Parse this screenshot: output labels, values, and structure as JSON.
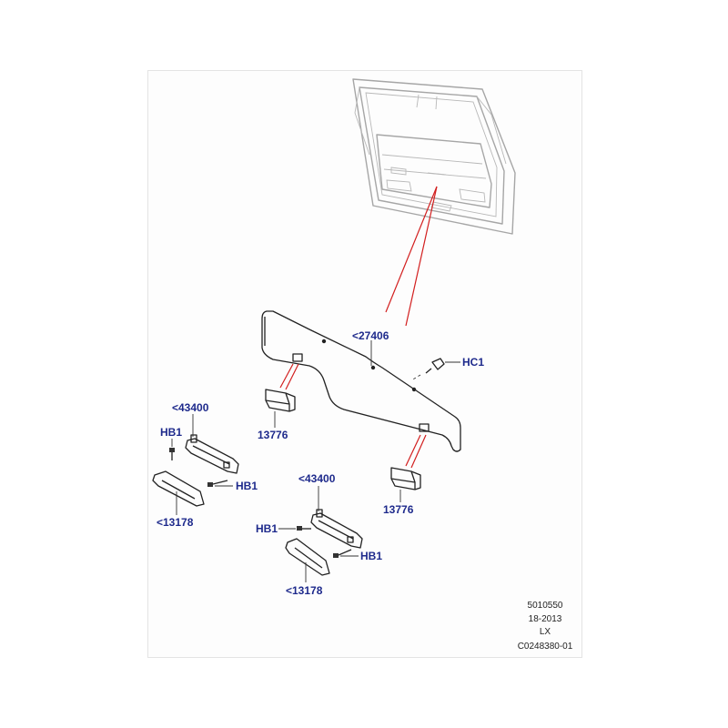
{
  "callouts": {
    "panel": "<27406",
    "clip_hc1": "HC1",
    "bracket_left": "<43400",
    "bolt_left_top": "HB1",
    "bolt_left_bottom": "HB1",
    "cover_left": "<13178",
    "module_left": "13776",
    "module_right": "13776",
    "bracket_mid": "<43400",
    "bolt_mid_left": "HB1",
    "bolt_mid_right": "HB1",
    "cover_mid": "<13178"
  },
  "footer": {
    "line1": "5010550",
    "line2": "18-2013",
    "line3": "LX",
    "line4": "C0248380-01"
  },
  "colors": {
    "callout_text": "#1e2a8c",
    "leader_red": "#d21e1e",
    "context_gray": "#a6a6a6"
  }
}
